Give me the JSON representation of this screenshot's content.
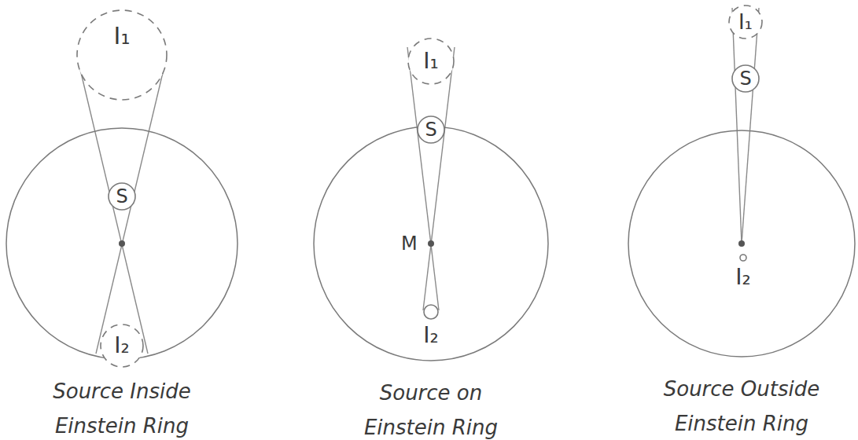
{
  "diagram": {
    "nodes": [
      {
        "text": [
          "I₁"
        ]
      },
      {
        "text": [
          "Source Inside Einstein Ring"
        ]
      },
      {
        "text": [
          "S"
        ],
        "in": 1
      },
      {
        "text": [
          "I₂"
        ],
        "in": 1
      },
      {
        "text": [
          "I₁"
        ]
      },
      {
        "text": [
          "Source on Einstein Ring"
        ]
      },
      {
        "text": [
          "S"
        ],
        "in": 5
      },
      {
        "text": [
          "I₂"
        ],
        "in": 5
      },
      {
        "text": [
          "I₁"
        ]
      },
      {
        "text": [
          "Source Outside Einstein Ring"
        ]
      },
      {
        "text": [
          "S"
        ],
        "in": 9
      },
      {
        "text": [
          "I₂"
        ],
        "in": 9
      }
    ],
    "labels": [
      "M"
    ]
  }
}
